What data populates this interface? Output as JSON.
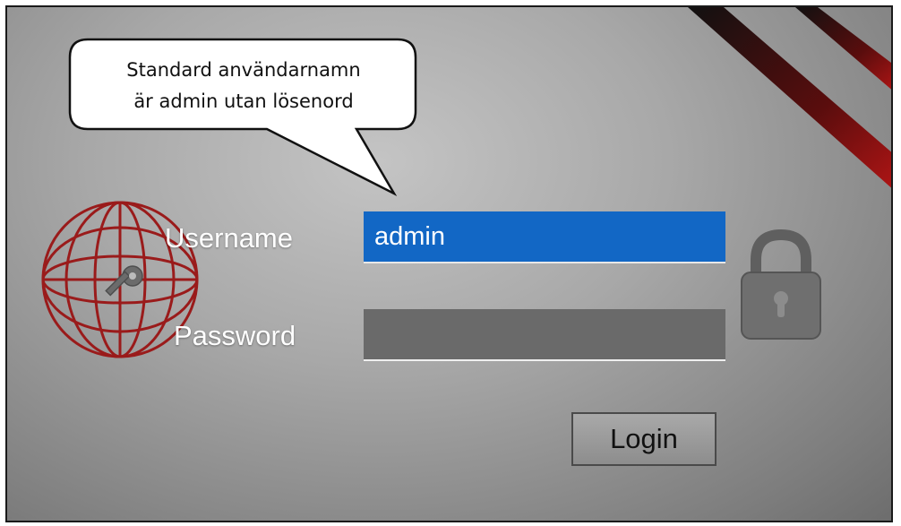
{
  "tooltip": {
    "line1": "Standard användarnamn",
    "line2": "är admin utan lösenord"
  },
  "form": {
    "username_label": "Username",
    "username_value": "admin",
    "password_label": "Password",
    "password_value": "",
    "login_label": "Login"
  },
  "icons": {
    "globe": "globe-key-icon",
    "lock": "lock-icon"
  },
  "colors": {
    "accent_red": "#8b1a1a",
    "selection_blue": "#1267c5",
    "background_gray": "#a8a8a8"
  }
}
